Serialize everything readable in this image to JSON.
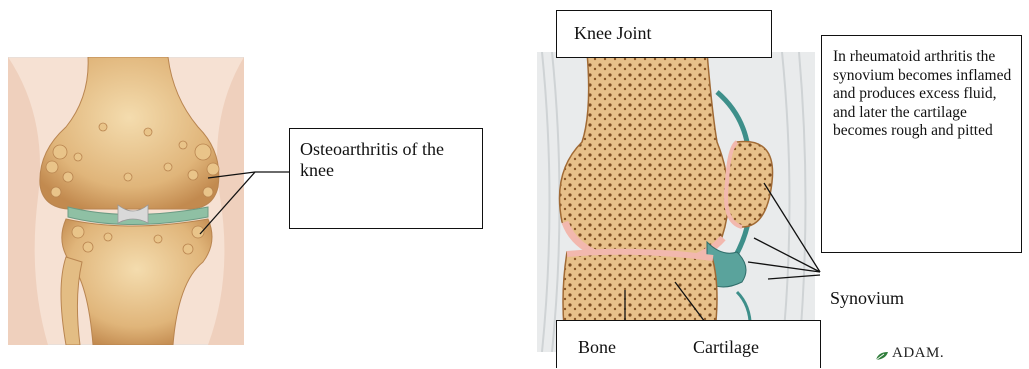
{
  "left_panel": {
    "callout_text": "Osteoarthritis of the knee"
  },
  "right_panel": {
    "title": "Knee Joint",
    "description": "In rheumatoid arthritis the synovium becomes inflamed and produces excess fluid, and later the cartilage becomes rough and pitted",
    "synovium_label": "Synovium",
    "bone_label": "Bone",
    "cartilage_label": "Cartilage",
    "logo_text": "ADAM."
  },
  "colors": {
    "bone": "#e8c48c",
    "bone_dark": "#c58e4d",
    "cartilage": "#f2b8ae",
    "synovium": "#3e8f8a",
    "skin": "#f2d8c8",
    "logo_green": "#2f7d3a"
  }
}
